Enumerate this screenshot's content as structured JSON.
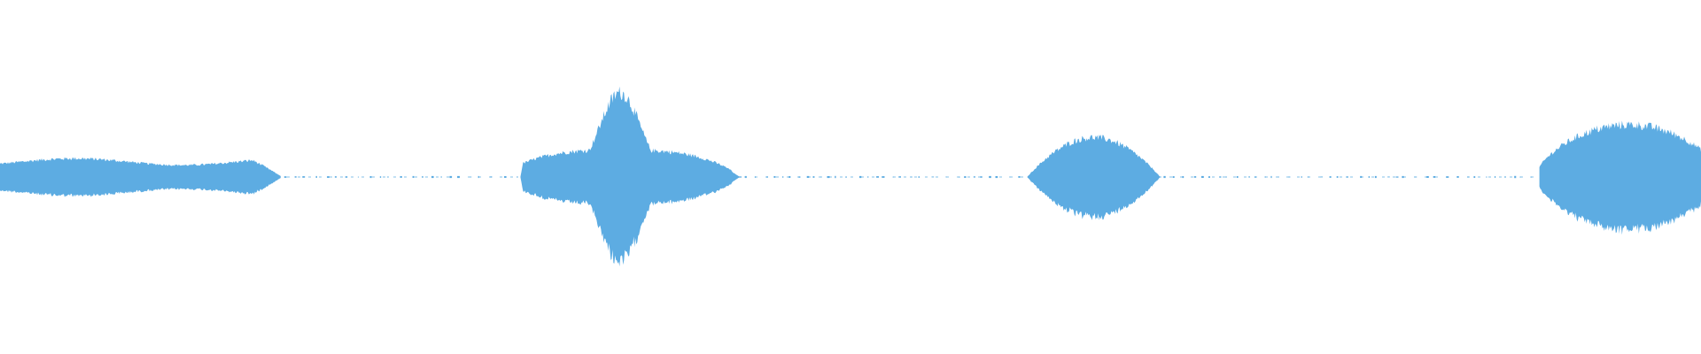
{
  "waveform": {
    "color": "#5DACE2",
    "background": "#FFFFFF",
    "segments": [
      {
        "start": 0.0,
        "end": 0.165,
        "peak": 0.22,
        "shape": "plateau"
      },
      {
        "start": 0.306,
        "end": 0.436,
        "peak": 1.0,
        "shape": "burst"
      },
      {
        "start": 0.604,
        "end": 0.682,
        "peak": 0.47,
        "shape": "bell"
      },
      {
        "start": 0.905,
        "end": 1.0,
        "peak": 0.62,
        "shape": "dome"
      }
    ]
  }
}
